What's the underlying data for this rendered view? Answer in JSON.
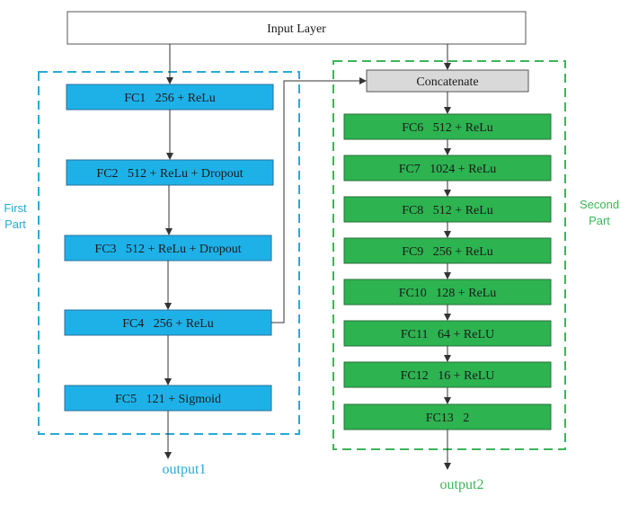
{
  "colors": {
    "blue_fill": "#1eb1e8",
    "blue_stroke": "#2b6f9a",
    "blue_label": "#29a9d6",
    "green_fill": "#2db350",
    "green_stroke": "#2a6e3b",
    "green_label": "#3cb55a",
    "gray_fill": "#d9d9d9",
    "input_fill": "#ffffff",
    "stroke": "#555555",
    "arrow": "#333333"
  },
  "input_layer": "Input Layer",
  "first_part": {
    "label_line1": "First",
    "label_line2": "Part",
    "layers": [
      "FC1   256 + ReLu",
      "FC2   512 + ReLu + Dropout",
      "FC3   512 + ReLu + Dropout",
      "FC4   256 + ReLu",
      "FC5   121 + Sigmoid"
    ],
    "output": "output1"
  },
  "second_part": {
    "label_line1": "Second",
    "label_line2": "Part",
    "concatenate": "Concatenate",
    "layers": [
      "FC6   512 + ReLu",
      "FC7   1024 + ReLu",
      "FC8   512 + ReLu",
      "FC9   256 + ReLu",
      "FC10   128 + ReLu",
      "FC11   64 + ReLU",
      "FC12   16 + ReLU",
      "FC13   2"
    ],
    "output": "output2"
  }
}
